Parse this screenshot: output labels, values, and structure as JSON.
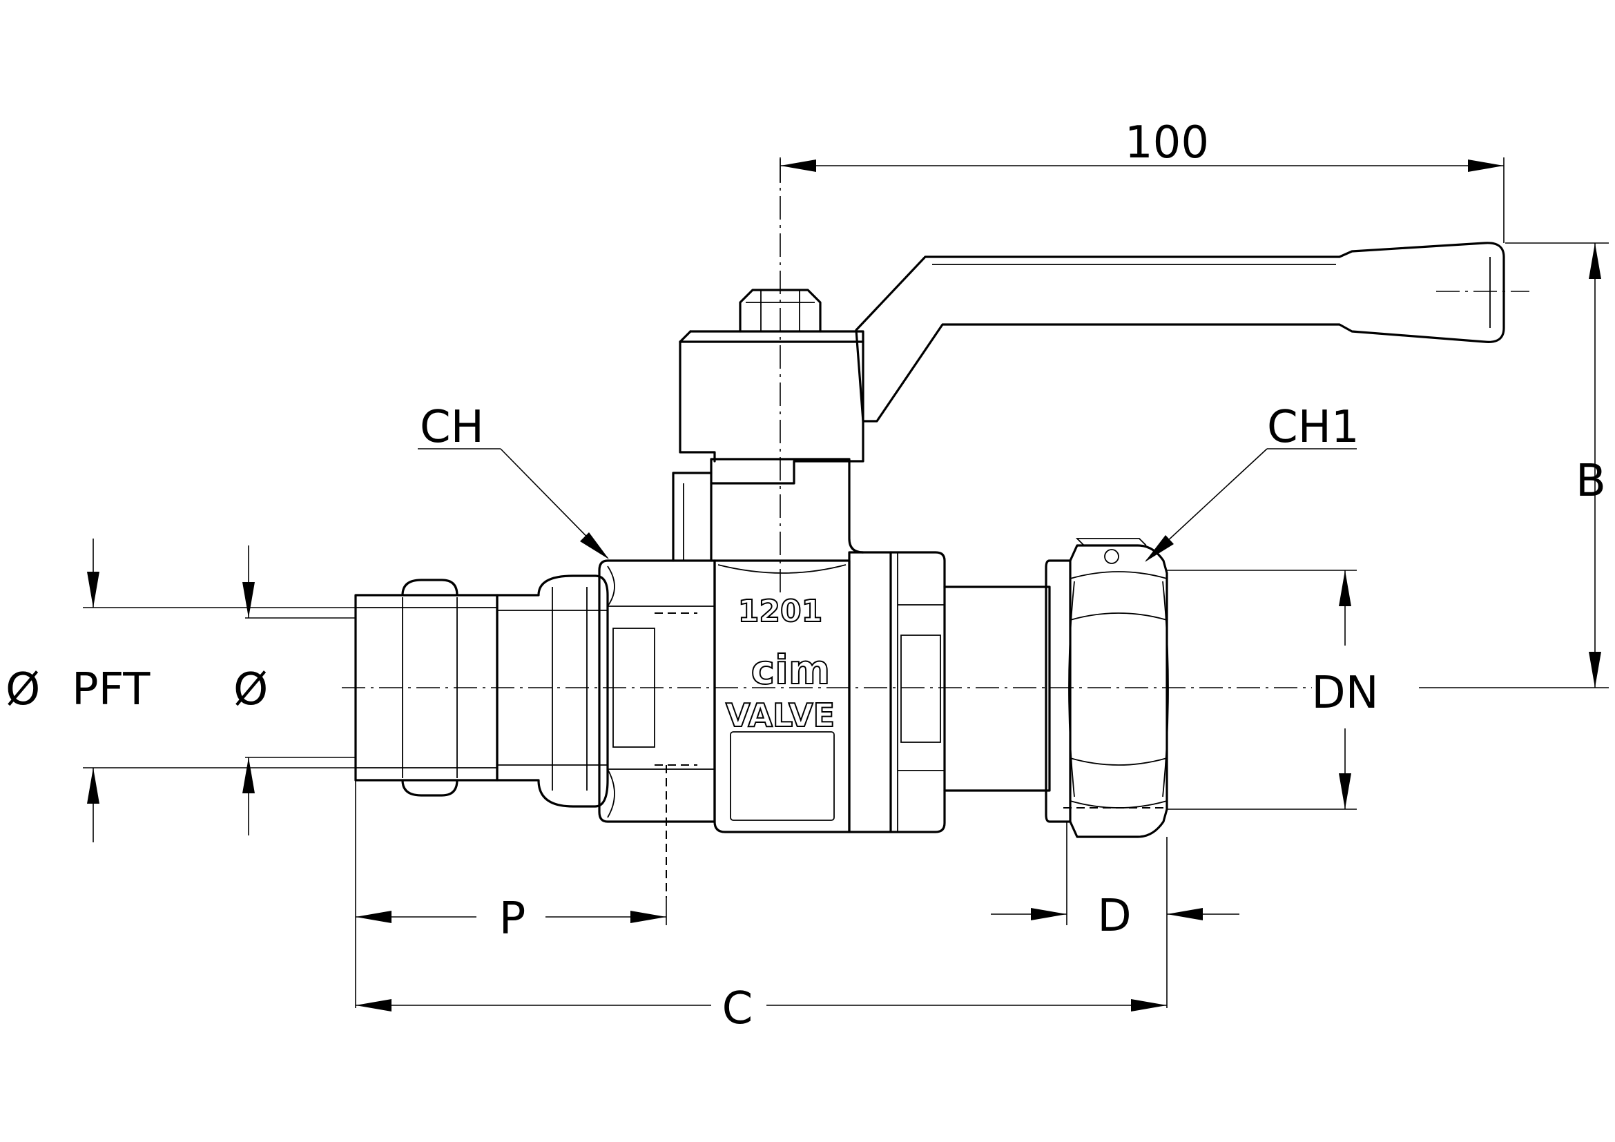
{
  "dimensions": {
    "lever_length": "100",
    "height": "B",
    "body_hex": "CH",
    "nut_hex": "CH1",
    "nominal_diameter": "DN",
    "press_depth": "P",
    "nut_depth": "D",
    "overall_length": "C",
    "pipe_outer_diameter": "Ø",
    "press_fitting": "PFT",
    "pipe_diameter": "Ø"
  },
  "body_marking": {
    "size": "1201",
    "brand": "cim",
    "word": "VALVE"
  }
}
